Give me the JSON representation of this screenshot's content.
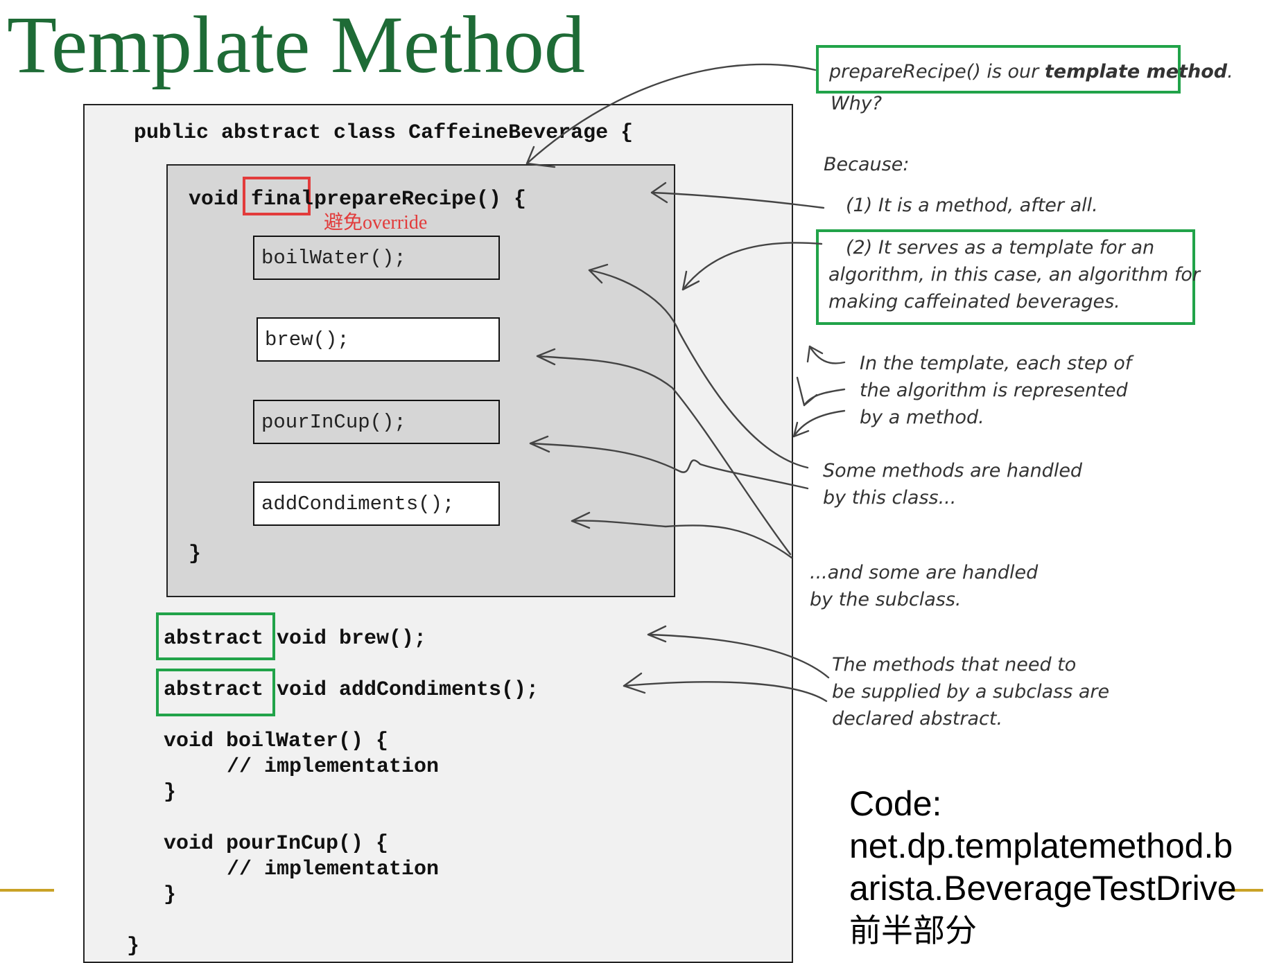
{
  "title": "Template Method",
  "code": {
    "class_decl": "public abstract class CaffeineBeverage {",
    "method_void": "void",
    "method_final": "final",
    "method_rest": "prepareRecipe() {",
    "final_note": "避免override",
    "steps": [
      "boilWater();",
      "brew();",
      "pourInCup();",
      "addCondiments();"
    ],
    "method_close": "}",
    "abstract_keyword": "abstract",
    "abstract_brew": "void brew();",
    "abstract_condiments": "void addCondiments();",
    "boil_decl": "void boilWater() {",
    "boil_impl": "// implementation",
    "boil_close": "}",
    "pour_decl": "void pourInCup() {",
    "pour_impl": "// implementation",
    "pour_close": "}",
    "class_close": "}"
  },
  "annotations": {
    "template_method": {
      "pre": "prepareRecipe() is our ",
      "bold": "template method",
      "post": "."
    },
    "why": "Why?",
    "because": "Because:",
    "reason1": "(1) It is a method, after all.",
    "reason2": [
      "(2) It serves as a template for an",
      "algorithm, in this case, an algorithm for",
      "making caffeinated beverages."
    ],
    "steps_note": [
      "In the template, each step of",
      "the algorithm is represented",
      "by a method."
    ],
    "this_class_note": [
      "Some methods are handled",
      "by this class..."
    ],
    "subclass_note": [
      "...and some are handled",
      "by the subclass."
    ],
    "abstract_note": [
      "The methods that need to",
      "be supplied by a subclass are",
      "declared abstract."
    ]
  },
  "code_location": {
    "label": "Code:",
    "lines": [
      "net.dp.templatemethod.b",
      "arista.BeverageTestDrive"
    ],
    "suffix": "前半部分"
  },
  "colors": {
    "title": "#1e6b36",
    "highlight_red": "#e23b3b",
    "highlight_green": "#21a349",
    "rule": "#c9a227"
  }
}
